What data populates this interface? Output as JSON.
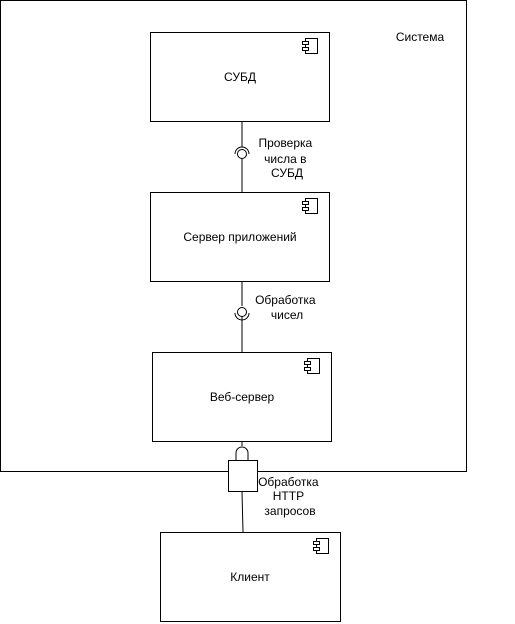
{
  "system": {
    "label": "Система"
  },
  "components": {
    "dbms": {
      "label": "СУБД",
      "icon": "component-icon"
    },
    "app_server": {
      "label": "Сервер приложений",
      "icon": "component-icon"
    },
    "web_server": {
      "label": "Веб-сервер",
      "icon": "component-icon"
    },
    "client": {
      "label": "Клиент",
      "icon": "component-icon"
    }
  },
  "interfaces": {
    "db_check": {
      "lines": [
        "Проверка",
        "числа в",
        "СУБД"
      ]
    },
    "number_processing": {
      "lines": [
        "Обработка",
        "чисел"
      ]
    },
    "http_processing": {
      "lines": [
        "Обработка",
        "HTTP",
        "запросов"
      ]
    }
  }
}
